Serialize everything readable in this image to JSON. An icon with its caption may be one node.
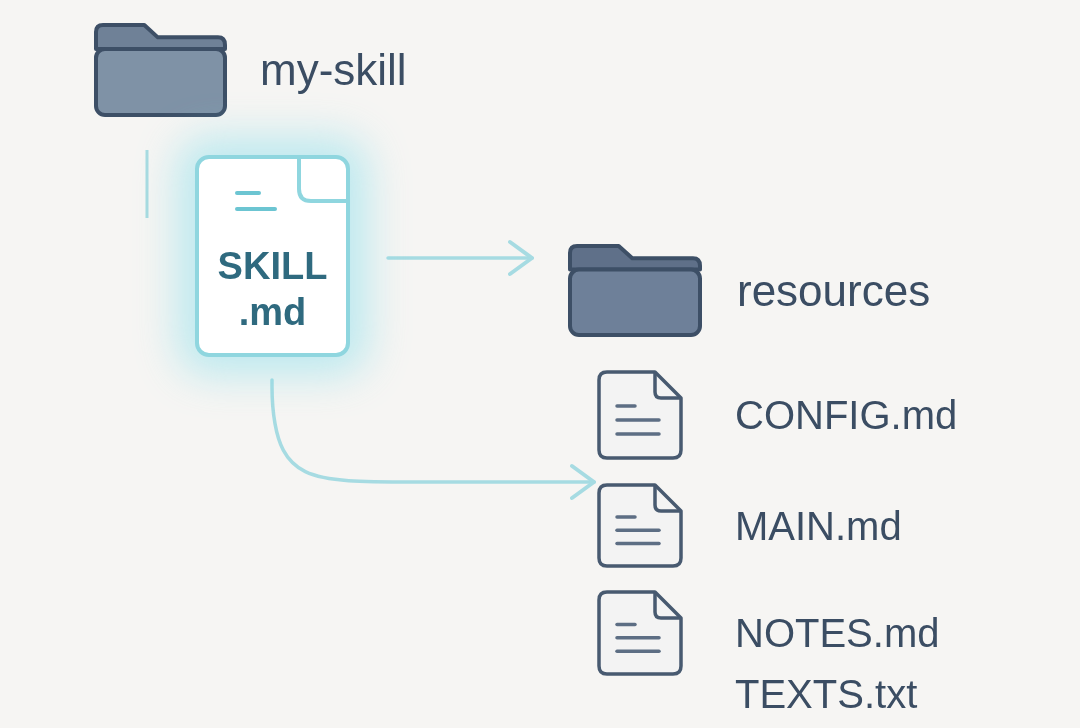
{
  "diagram": {
    "nodes": [
      {
        "text": [
          "my-skill"
        ]
      },
      {
        "text": [
          "SKILL .md"
        ]
      },
      {
        "text": [
          "resources"
        ]
      },
      {
        "text": [
          "CONFIG.md"
        ]
      },
      {
        "text": [
          "MAIN.md"
        ]
      },
      {
        "text": [
          "NOTES.md"
        ]
      },
      {
        "text": [
          "TEXTS.txt"
        ]
      }
    ],
    "edges": [
      {
        "from": 1,
        "to": 2,
        "arrow": "to"
      },
      {
        "from": 1,
        "to": 4,
        "arrow": "to"
      }
    ]
  }
}
